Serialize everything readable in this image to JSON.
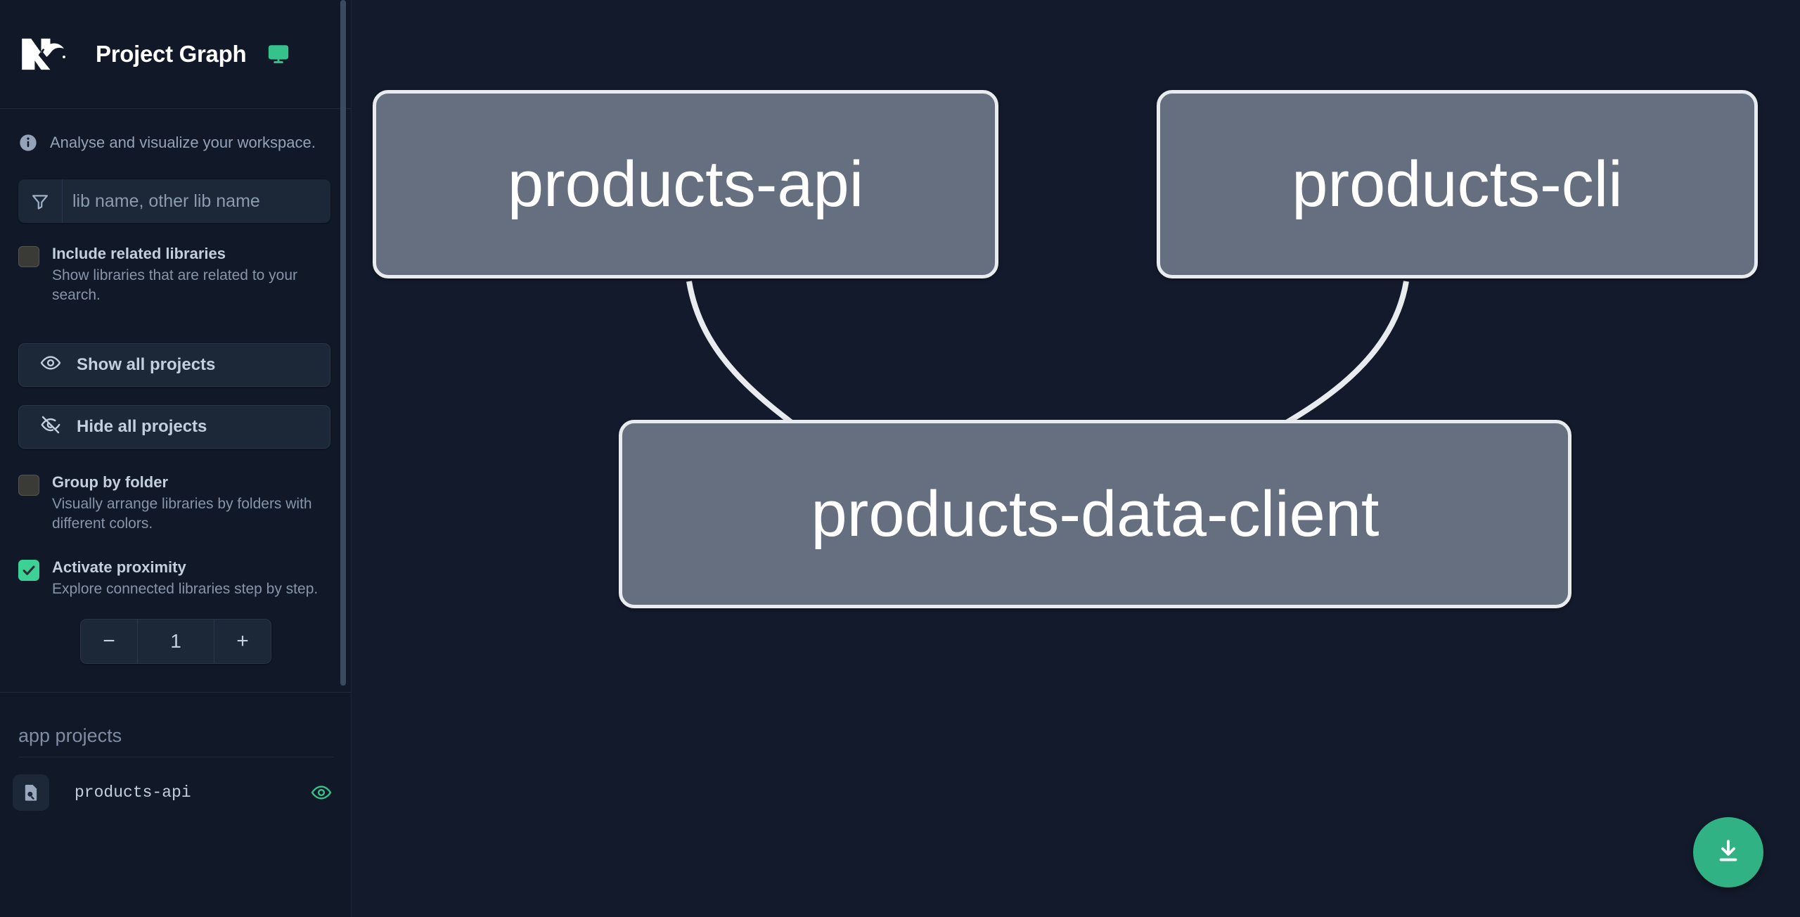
{
  "app": {
    "title": "Project Graph",
    "logo_alt": "nx-logo",
    "tagline": "Analyse and visualize your workspace."
  },
  "colors": {
    "accent_green": "#3cd195",
    "fab_green": "#30b284",
    "sidebar_bg": "#111827",
    "graph_bg": "#131a2b",
    "node_fill": "#656f7f",
    "node_border": "#e9ecef"
  },
  "search": {
    "placeholder": "lib name, other lib name",
    "value": "",
    "icon": "filter-funnel-icon"
  },
  "options": [
    {
      "id": "include-related-libraries",
      "label": "Include related libraries",
      "description": "Show libraries that are related to your search.",
      "checked": false
    },
    {
      "id": "group-by-folder",
      "label": "Group by folder",
      "description": "Visually arrange libraries by folders with different colors.",
      "checked": false
    },
    {
      "id": "activate-proximity",
      "label": "Activate proximity",
      "description": "Explore connected libraries step by step.",
      "checked": true
    }
  ],
  "buttons": {
    "show_all": {
      "label": "Show all projects",
      "icon": "eye-icon"
    },
    "hide_all": {
      "label": "Hide all projects",
      "icon": "eye-slash-icon"
    }
  },
  "stepper": {
    "decrement_label": "−",
    "value": "1",
    "increment_label": "+"
  },
  "project_groups": [
    {
      "label": "app projects",
      "projects": [
        {
          "name": "products-api",
          "icon": "app-file-icon",
          "visible": true,
          "eye_icon": "eye-icon"
        }
      ]
    }
  ],
  "fab": {
    "label": "download-icon",
    "title": "Download graph"
  },
  "graph": {
    "nodes": [
      {
        "id": "products-api",
        "label": "products-api"
      },
      {
        "id": "products-cli",
        "label": "products-cli"
      },
      {
        "id": "products-data-client",
        "label": "products-data-client"
      }
    ],
    "edges": [
      {
        "from": "products-api",
        "to": "products-data-client"
      },
      {
        "from": "products-cli",
        "to": "products-data-client"
      }
    ]
  }
}
